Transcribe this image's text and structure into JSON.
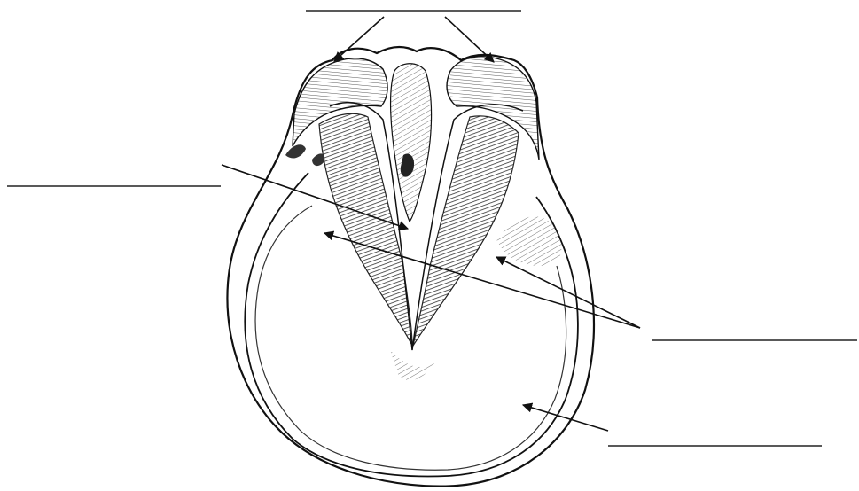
{
  "diagram": {
    "subject": "",
    "labels": [
      {
        "id": "heels",
        "text": ""
      },
      {
        "id": "frog",
        "text": ""
      },
      {
        "id": "bars",
        "text": ""
      },
      {
        "id": "wall",
        "text": ""
      }
    ]
  },
  "colors": {
    "ink": "#111111",
    "shade": "#4a4a4a",
    "background": "#ffffff"
  }
}
